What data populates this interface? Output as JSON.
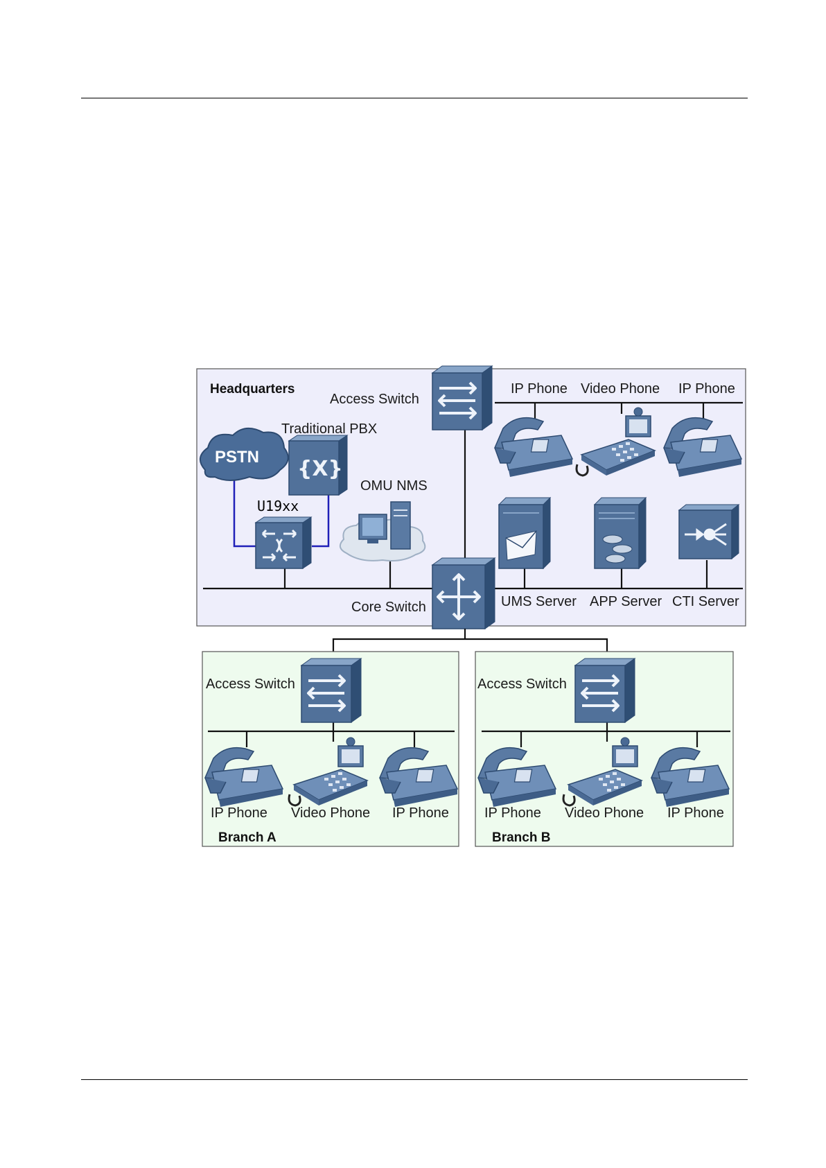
{
  "colors": {
    "hq_bg": "#eeeefb",
    "branch_bg": "#eefbee",
    "device_front": "#51719a",
    "device_side": "#2f4e74",
    "device_top": "#88a5c8",
    "trunk_line": "#1f1fb8"
  },
  "headquarters": {
    "title": "Headquarters",
    "access_switch": "Access Switch",
    "core_switch": "Core Switch",
    "traditional_pbx": "Traditional PBX",
    "pstn": "PSTN",
    "u19xx": "U19xx",
    "omu_nms": "OMU NMS",
    "ip_phone_1": "IP Phone",
    "video_phone": "Video Phone",
    "ip_phone_2": "IP Phone",
    "ums_server": "UMS Server",
    "app_server": "APP Server",
    "cti_server": "CTI Server"
  },
  "branch_a": {
    "title": "Branch A",
    "access_switch": "Access Switch",
    "ip_phone_1": "IP Phone",
    "video_phone": "Video Phone",
    "ip_phone_2": "IP Phone"
  },
  "branch_b": {
    "title": "Branch B",
    "access_switch": "Access Switch",
    "ip_phone_1": "IP Phone",
    "video_phone": "Video Phone",
    "ip_phone_2": "IP Phone"
  }
}
